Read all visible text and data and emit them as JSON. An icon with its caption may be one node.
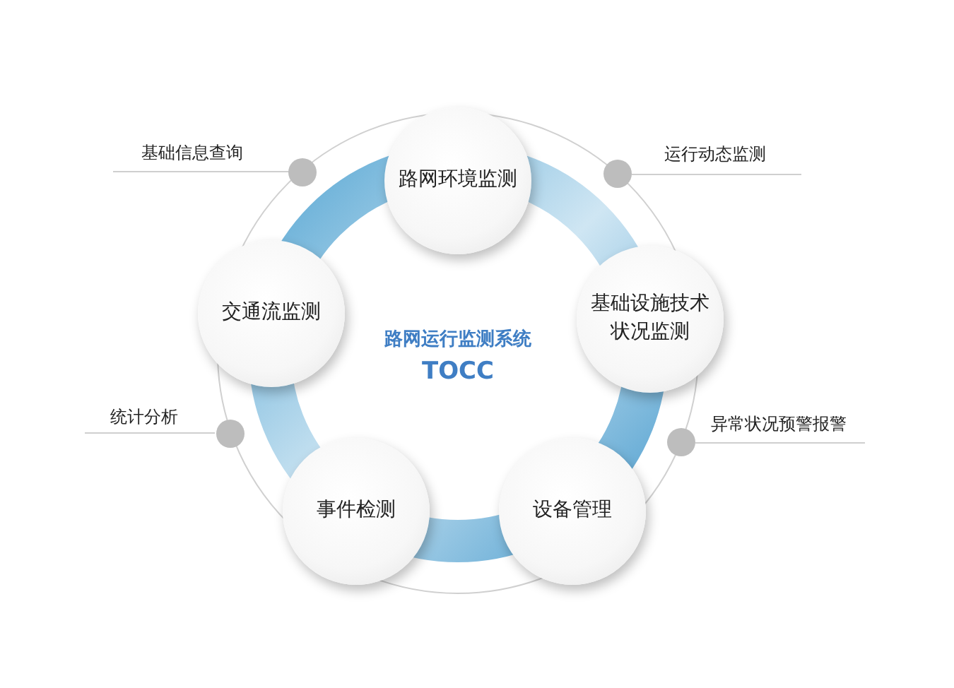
{
  "diagram": {
    "nodes": [
      {
        "text": [
          "路网运行监测系统",
          "TOCC"
        ]
      },
      {
        "text": [
          "路网环境监测"
        ]
      },
      {
        "text": [
          "基础设施技术状况监测"
        ]
      },
      {
        "text": [
          "设备管理"
        ]
      },
      {
        "text": [
          "事件检测"
        ]
      },
      {
        "text": [
          "交通流监测"
        ]
      }
    ],
    "edges": [],
    "labels": [
      "基础信息查询",
      "运行动态监测",
      "统计分析",
      "异常状况预警报警"
    ]
  }
}
